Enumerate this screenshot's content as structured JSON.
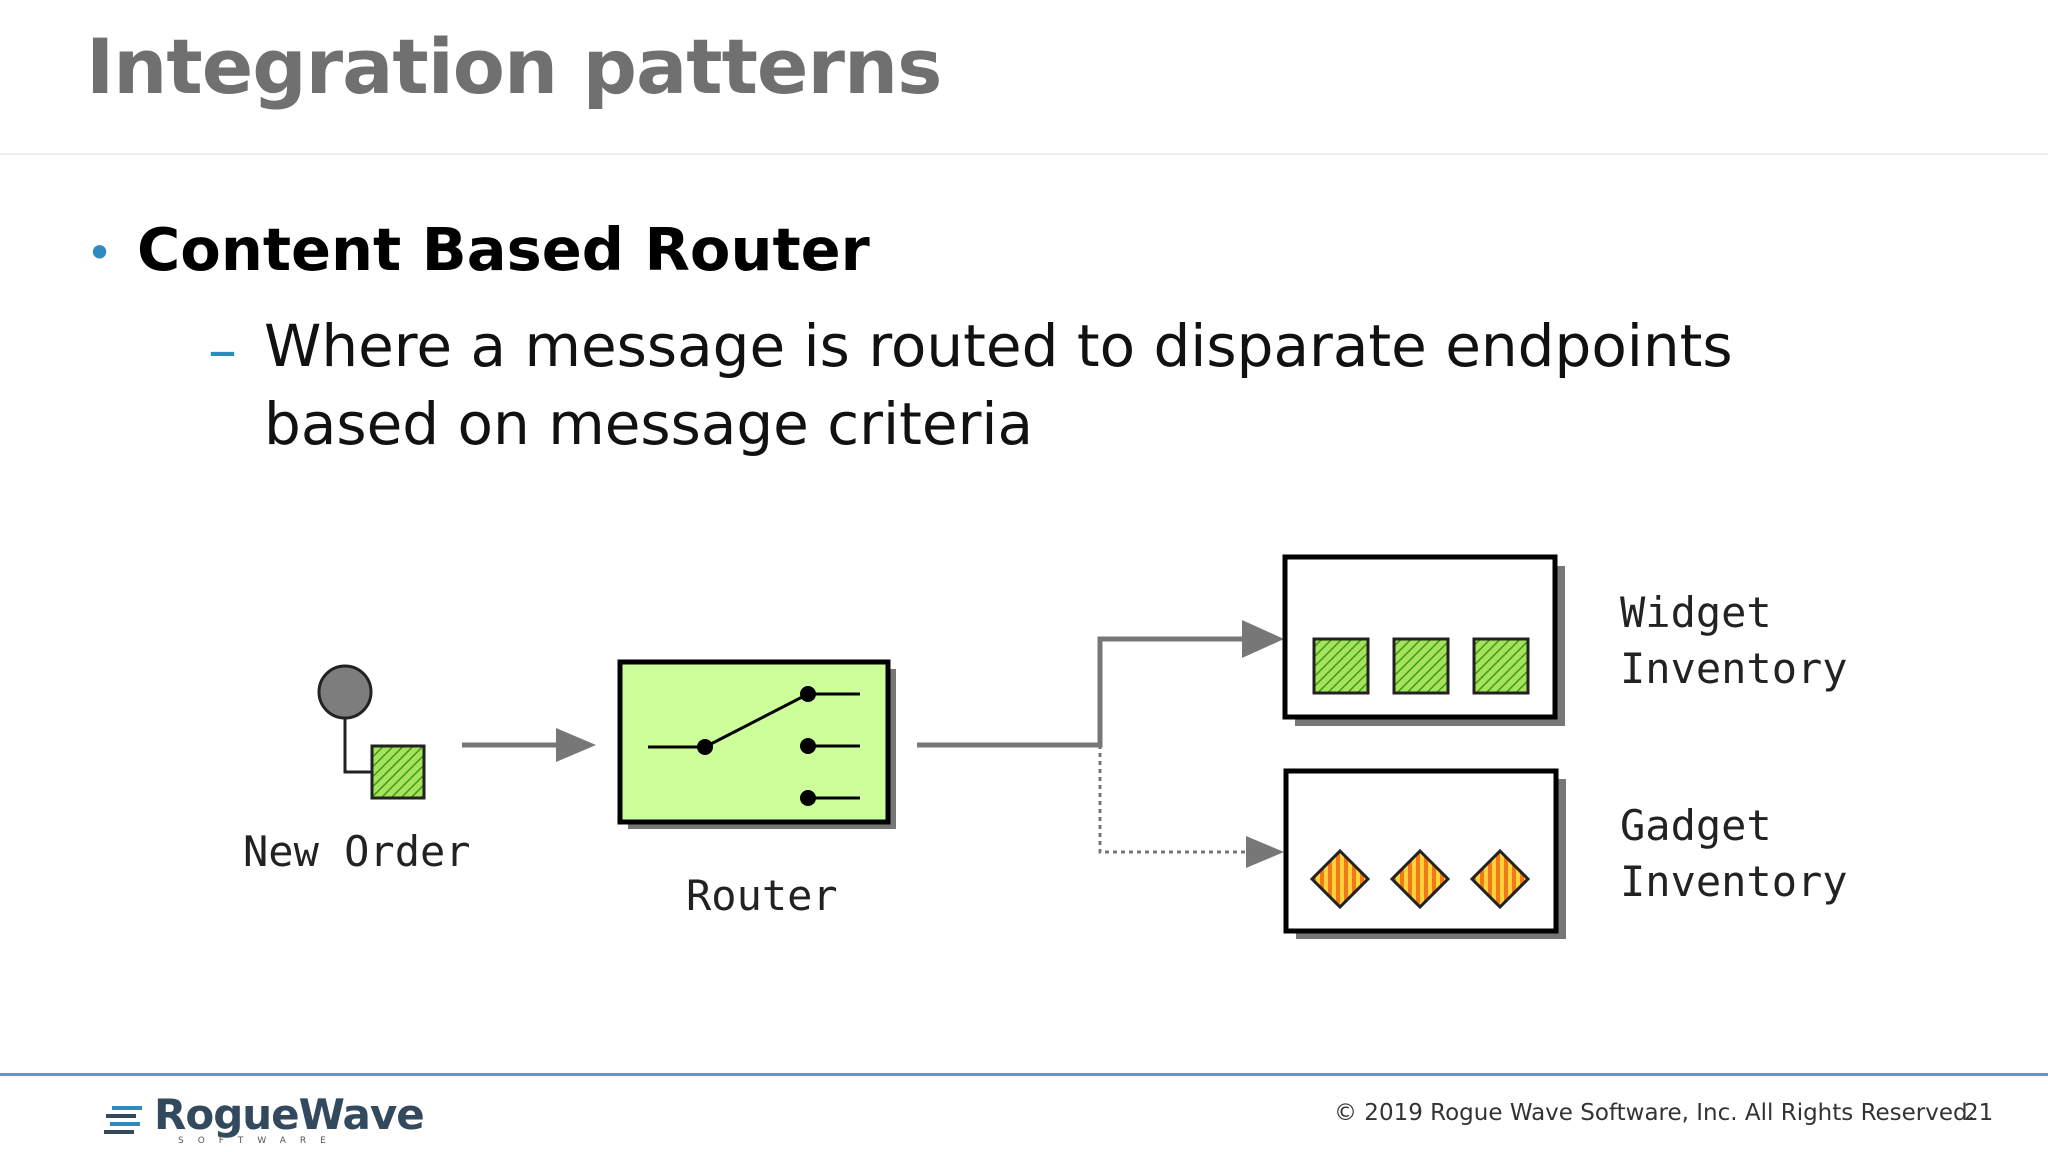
{
  "slide": {
    "title": "Integration patterns",
    "bullet": "Content Based Router",
    "sub_bullet": "Where a message is routed to disparate endpoints based on message criteria"
  },
  "diagram": {
    "new_order_label": "New Order",
    "router_label": "Router",
    "widget_label_line1": "Widget",
    "widget_label_line2": "Inventory",
    "gadget_label_line1": "Gadget",
    "gadget_label_line2": "Inventory"
  },
  "footer": {
    "logo_text": "RogueWave",
    "logo_subtext": "SOFTWARE",
    "copyright": "© 2019 Rogue Wave Software, Inc. All Rights Reserved.",
    "page_number": "21"
  },
  "colors": {
    "accent": "#2e8bc0",
    "router_fill": "#ccff99",
    "widget_green": "#66cc33",
    "gadget_orange": "#ff8800"
  }
}
